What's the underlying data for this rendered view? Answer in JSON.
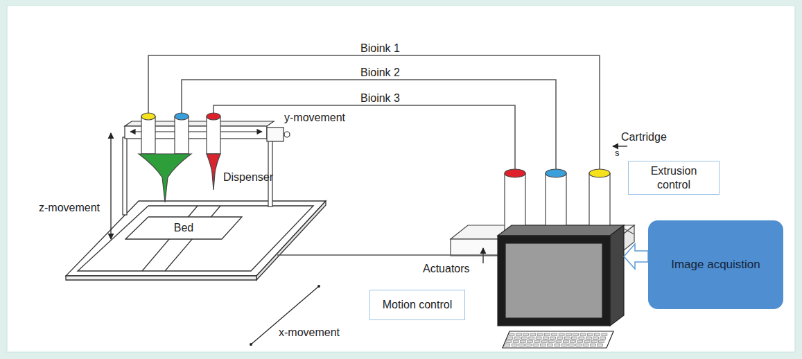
{
  "diagram": {
    "nodes": [
      {
        "text": [
          "Extrusion control"
        ]
      },
      {
        "text": [
          "Image acquistion"
        ]
      },
      {
        "text": [
          "Bed"
        ]
      },
      {
        "text": [
          "Motion control"
        ]
      }
    ],
    "labels": [
      "Bioink 1",
      "Bioink 2",
      "Bioink 3",
      "y-movement",
      "Cartridge",
      "s",
      "z-movement",
      "Dispenser",
      "Actuators",
      "x-movement"
    ]
  }
}
